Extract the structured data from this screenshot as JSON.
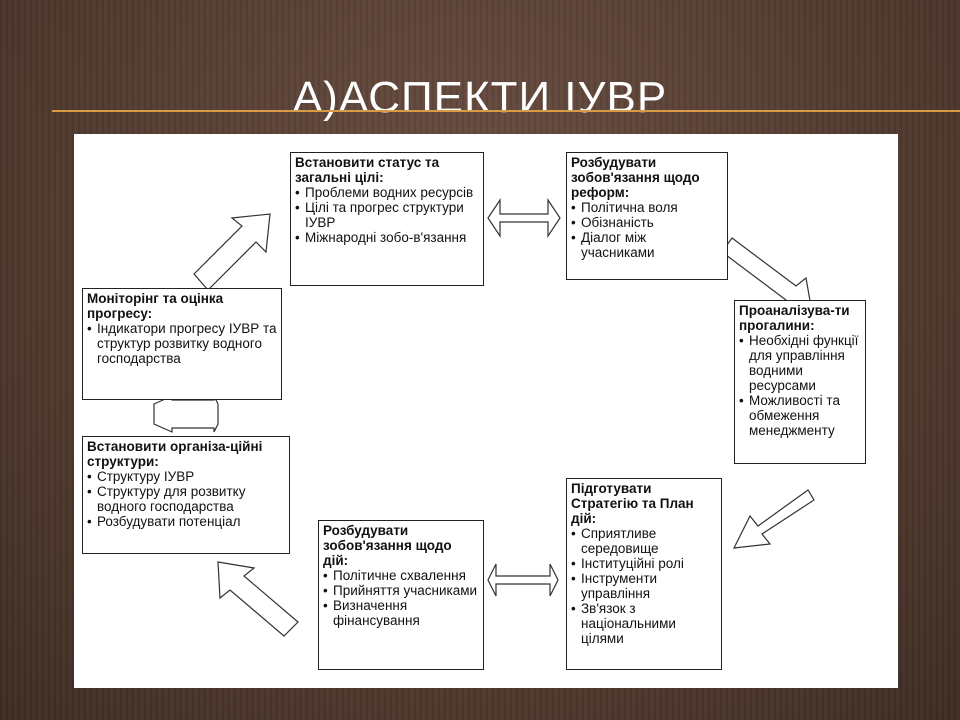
{
  "slide": {
    "title": "А)АСПЕКТИ ІУВР",
    "colors": {
      "background": "#5a4236",
      "title_rule": "#d99a45",
      "title_text": "#ffffff"
    }
  },
  "diagram": {
    "boxes": [
      {
        "id": "status",
        "heading": "Встановити статус та загальні цілі:",
        "items": [
          "Проблеми водних ресурсів",
          "Цілі та прогрес структури ІУВР",
          "Міжнародні зобо-в'язання"
        ]
      },
      {
        "id": "commitments-reform",
        "heading": "Розбудувати зобов'язання щодо реформ:",
        "items": [
          "Політична воля",
          "Обізнаність",
          "Діалог між учасниками"
        ]
      },
      {
        "id": "gaps",
        "heading": "Проаналізува-ти прогалини:",
        "items": [
          "Необхідні функції для управління водними ресурсами",
          "Можливості та обмеження менеджменту"
        ]
      },
      {
        "id": "strategy",
        "heading": "Підготувати Стратегію та План дій:",
        "items": [
          "Сприятливе середовище",
          "Інституційні ролі",
          "Інструменти управління",
          "Зв'язок з національними цілями"
        ]
      },
      {
        "id": "commitments-action",
        "heading": "Розбудувати зобов'язання щодо дій:",
        "items": [
          "Політичне схвалення",
          "Прийняття учасниками",
          "Визначення фінансування"
        ]
      },
      {
        "id": "structures",
        "heading": "Встановити організа-ційні структури:",
        "items": [
          "Структуру ІУВР",
          "Структуру для розвитку водного господарства",
          "Розбудувати потенціал"
        ]
      },
      {
        "id": "monitoring",
        "heading": "Моніторінг та оцінка прогресу:",
        "items": [
          "Індикатори прогресу ІУВР та структур розвитку водного господарства"
        ]
      }
    ]
  }
}
